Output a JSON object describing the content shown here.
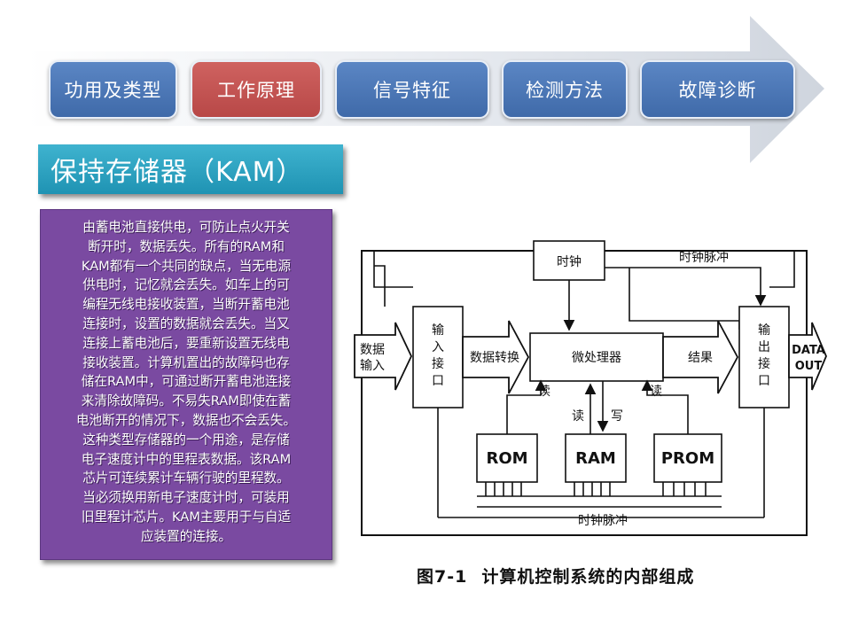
{
  "nav": {
    "tabs": [
      {
        "label": "功用及类型",
        "active": false
      },
      {
        "label": "工作原理",
        "active": true
      },
      {
        "label": "信号特征",
        "active": false
      },
      {
        "label": "检测方法",
        "active": false
      },
      {
        "label": "故障诊断",
        "active": false
      }
    ]
  },
  "title": "保持存储器（KAM）",
  "description": "由蓄电池直接供电，可防止点火开关\n断开时，数据丢失。所有的RAM和\nKAM都有一个共同的缺点，当无电源\n供电时，记忆就会丢失。如车上的可\n编程无线电接收装置，当断开蓄电池\n连接时，设置的数据就会丢失。当又\n连接上蓄电池后，要重新设置无线电\n接收装置。计算机置出的故障码也存\n储在RAM中，可通过断开蓄电池连接\n来清除故障码。不易失RAM即使在蓄\n电池断开的情况下，数据也不会丢失。\n这种类型存储器的一个用途，是存储\n电子速度计中的里程表数据。该RAM\n芯片可连续累计车辆行驶的里程数。\n当必须换用新电子速度计时，可装用\n旧里程计芯片。KAM主要用于与自适\n应装置的连接。",
  "diagram": {
    "clock": "时钟",
    "clock_pulse_top": "时钟脉冲",
    "data_input": [
      "数据",
      "输入"
    ],
    "input_interface": [
      "输",
      "入",
      "接",
      "口"
    ],
    "data_conversion": "数据转换",
    "microprocessor": "微处理器",
    "result": "结果",
    "output_interface": [
      "输",
      "出",
      "接",
      "口"
    ],
    "data_out": [
      "DATA",
      "OUT"
    ],
    "read_left": "读",
    "read_mid": "读",
    "write": "写",
    "read_right": "读",
    "rom": "ROM",
    "ram": "RAM",
    "prom": "PROM",
    "clock_pulse_bottom": "时钟脉冲"
  },
  "caption": {
    "number": "图7-1",
    "text": "计算机控制系统的内部组成"
  }
}
